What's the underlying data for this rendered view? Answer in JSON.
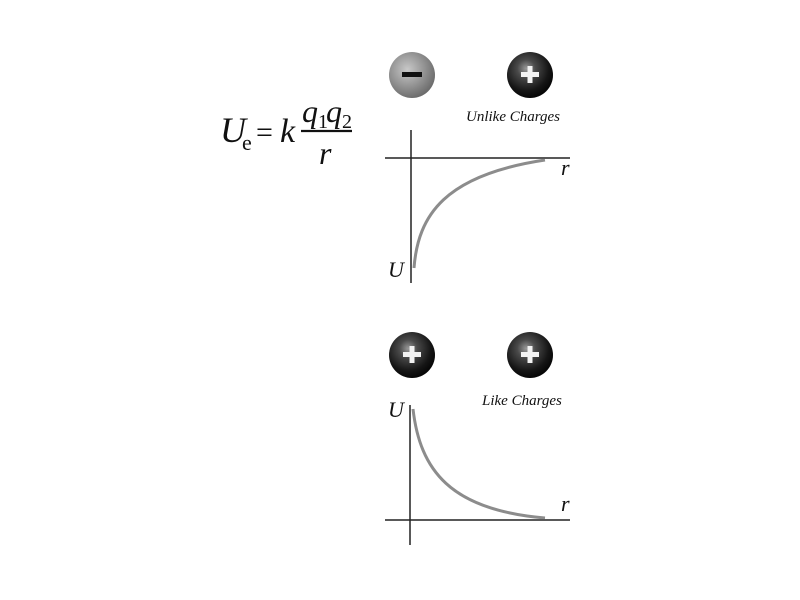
{
  "formula": {
    "lhs_symbol": "U",
    "lhs_subscript": "e",
    "equals": "=",
    "constant": "k",
    "numerator_q1": "q",
    "numerator_q1_sub": "1",
    "numerator_q2": "q",
    "numerator_q2_sub": "2",
    "denominator": "r"
  },
  "panels": [
    {
      "title": "Unlike Charges",
      "charges": [
        {
          "sign": "−",
          "type": "negative",
          "color": "#8a8a8a"
        },
        {
          "sign": "+",
          "type": "positive",
          "color": "#1a1a1a"
        }
      ],
      "x_axis_label": "r",
      "y_axis_label": "U",
      "curve": "negative, approaches zero from below as r increases"
    },
    {
      "title": "Like Charges",
      "charges": [
        {
          "sign": "+",
          "type": "positive",
          "color": "#1a1a1a"
        },
        {
          "sign": "+",
          "type": "positive",
          "color": "#1a1a1a"
        }
      ],
      "x_axis_label": "r",
      "y_axis_label": "U",
      "curve": "positive, decays toward zero as r increases"
    }
  ],
  "colors": {
    "axis": "#222222",
    "curve": "#8c8c8c",
    "text": "#111111"
  }
}
